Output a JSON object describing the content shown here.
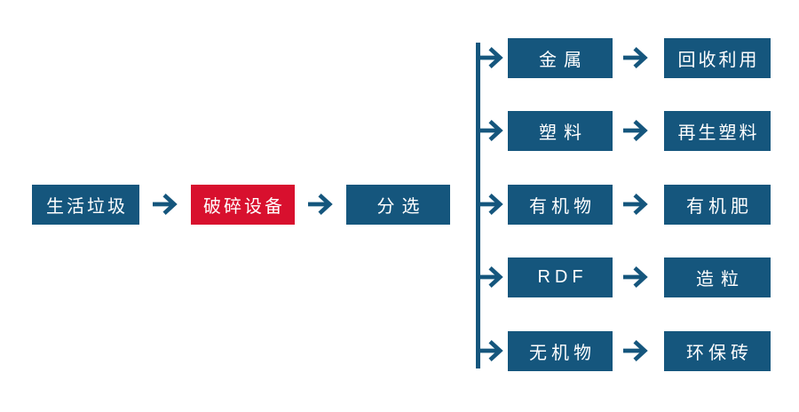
{
  "diagram": {
    "type": "flowchart",
    "colors": {
      "node_blue": "#15567D",
      "node_red": "#D8102E",
      "arrow": "#15567D",
      "text": "#FFFFFF",
      "background": "#FFFFFF"
    },
    "main_flow": [
      {
        "label": "生活垃圾",
        "variant": "blue"
      },
      {
        "label": "破碎设备",
        "variant": "red"
      },
      {
        "label": "分选",
        "variant": "blue"
      }
    ],
    "branches": [
      {
        "source": "金属",
        "target": "回收利用"
      },
      {
        "source": "塑料",
        "target": "再生塑料"
      },
      {
        "source": "有机物",
        "target": "有机肥"
      },
      {
        "source": "RDF",
        "target": "造粒"
      },
      {
        "source": "无机物",
        "target": "环保砖"
      }
    ]
  }
}
